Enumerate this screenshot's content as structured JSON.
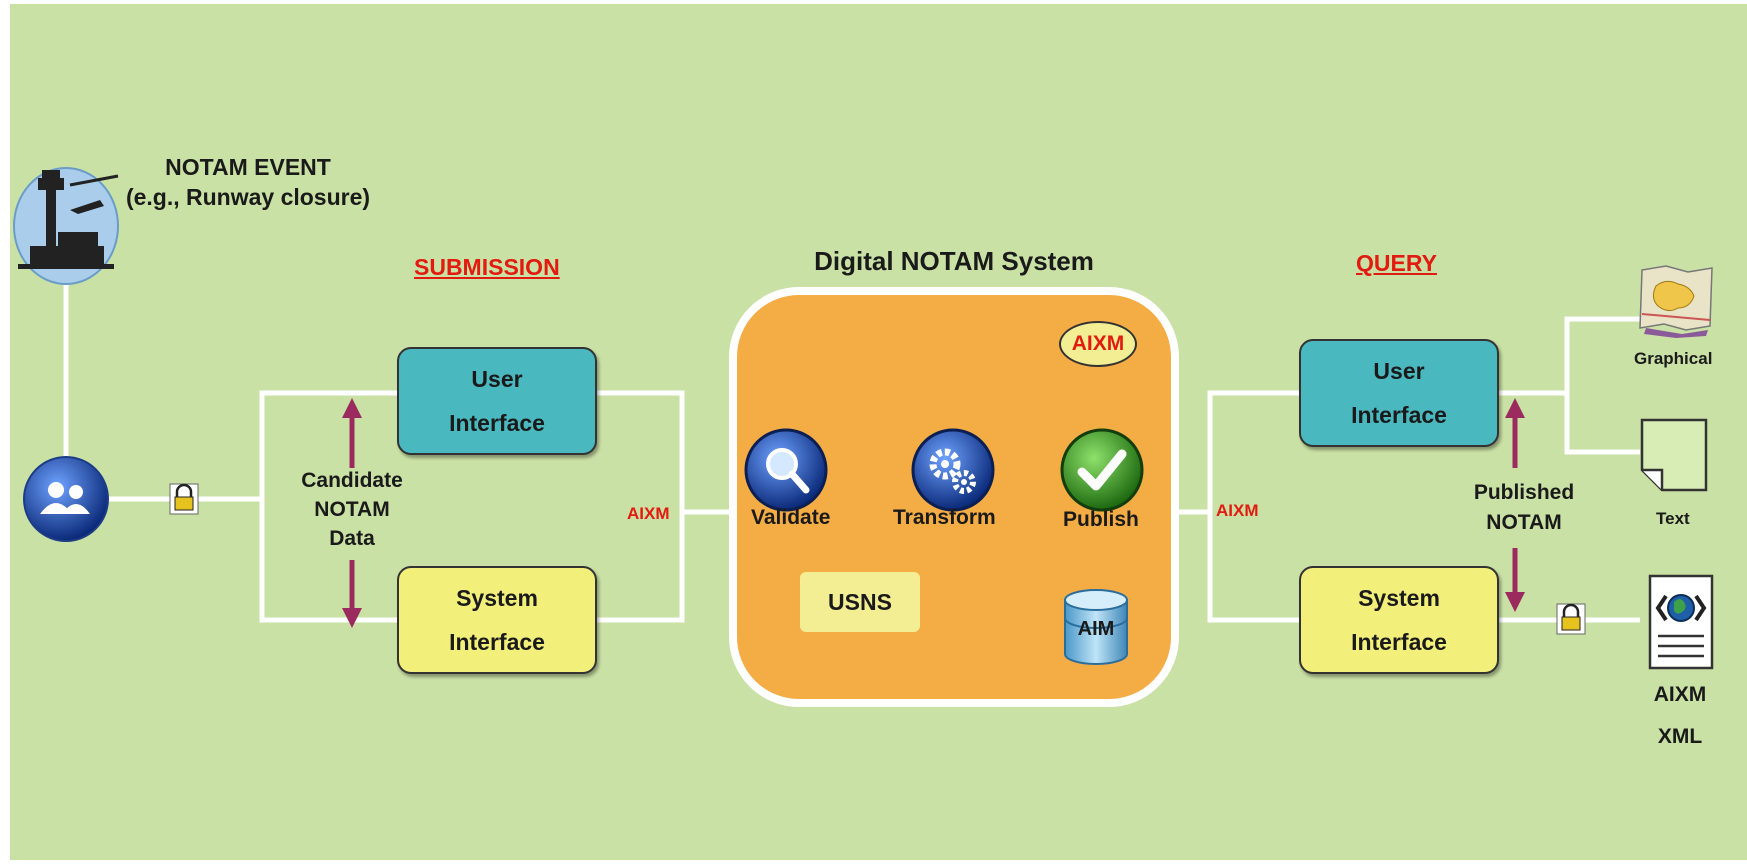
{
  "event": {
    "title": "NOTAM EVENT",
    "subtitle": "(e.g., Runway closure)"
  },
  "submission": {
    "heading": "SUBMISSION",
    "user_interface": [
      "User",
      "Interface"
    ],
    "system_interface": [
      "System",
      "Interface"
    ],
    "candidate_data": [
      "Candidate",
      "NOTAM",
      "Data"
    ],
    "aixm_label": "AIXM"
  },
  "core": {
    "title": "Digital NOTAM System",
    "aixm_badge": "AIXM",
    "steps": {
      "validate": "Validate",
      "transform": "Transform",
      "publish": "Publish"
    },
    "usns": "USNS",
    "aim": "AIM"
  },
  "query": {
    "heading": "QUERY",
    "user_interface": [
      "User",
      "Interface"
    ],
    "system_interface": [
      "System",
      "Interface"
    ],
    "published": [
      "Published",
      "NOTAM"
    ],
    "aixm_label": "AIXM"
  },
  "outputs": {
    "graphical": "Graphical",
    "text": "Text",
    "xml": [
      "AIXM",
      "XML"
    ]
  },
  "colors": {
    "background": "#cae1a5",
    "teal": "#4ab9bf",
    "yellow": "#f2ef7a",
    "orange": "#f4ac45",
    "red_label": "#e21b10",
    "arrow": "#9b2a5e"
  },
  "icons": {
    "event": "airport-tower-icon",
    "users": "users-group-icon",
    "lock": "padlock-icon",
    "validate": "magnifier-icon",
    "transform": "gears-icon",
    "publish": "checkmark-icon",
    "aim": "database-icon",
    "graphical": "map-icon",
    "text": "document-icon",
    "xml": "xml-document-icon"
  }
}
